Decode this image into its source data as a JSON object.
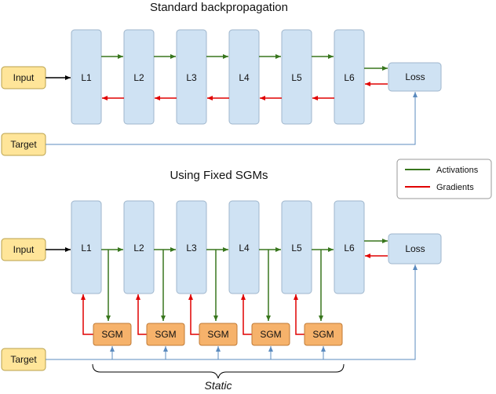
{
  "diagram": {
    "title_top": "Standard backpropagation",
    "title_bottom": "Using Fixed SGMs",
    "input_label": "Input",
    "target_label": "Target",
    "loss_label": "Loss",
    "layers": [
      "L1",
      "L2",
      "L3",
      "L4",
      "L5",
      "L6"
    ],
    "sgm_label": "SGM",
    "static_label": "Static",
    "legend": {
      "activations": "Activations",
      "gradients": "Gradients"
    },
    "colors": {
      "layer_fill": "#cfe2f3",
      "layer_stroke": "#9fb6cc",
      "input_fill": "#ffe599",
      "sgm_fill": "#f6b26b",
      "activation": "#38761d",
      "gradient": "#e00000",
      "target_line": "#5b8bbf"
    }
  }
}
